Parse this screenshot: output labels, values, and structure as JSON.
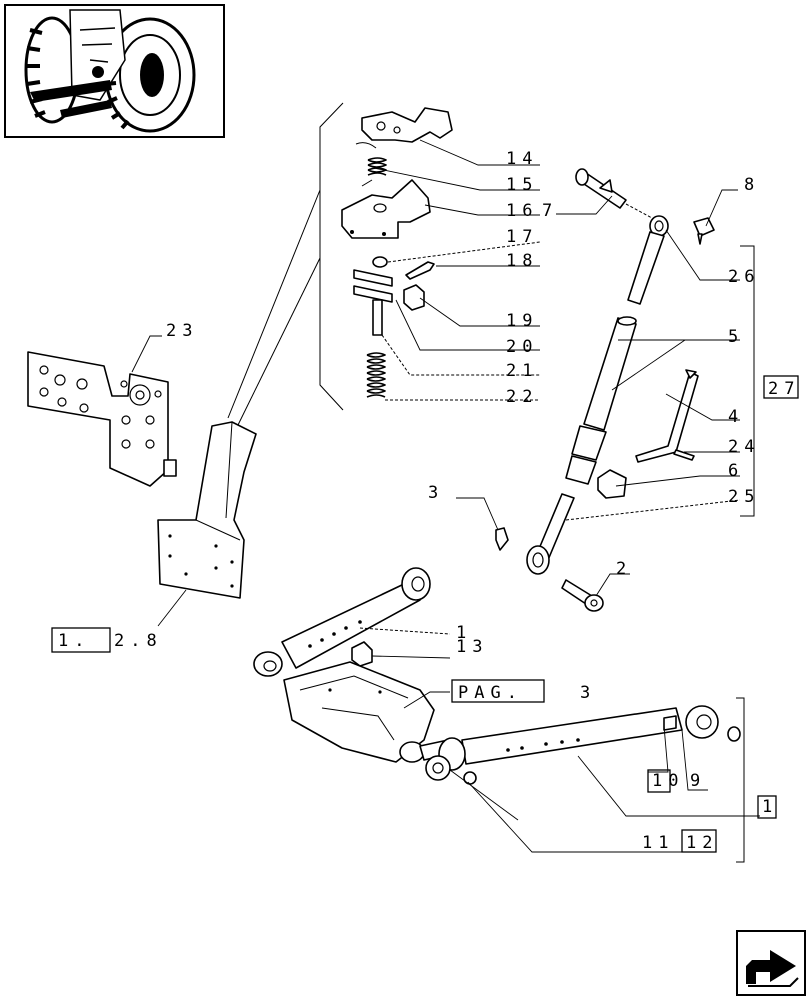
{
  "labels": {
    "p14": "14",
    "p15": "15",
    "p16": "16",
    "p7": "7",
    "p17": "17",
    "p18": "18",
    "p19": "19",
    "p20": "20",
    "p21": "21",
    "p22": "22",
    "p8": "8",
    "p26": "26",
    "p27": "27",
    "p5": "5",
    "p4": "4",
    "p24": "24",
    "p6": "6",
    "p25": "25",
    "p23": "23",
    "p3": "3",
    "p2": "2",
    "p1a": "1",
    "p13": "13",
    "p10": "10",
    "p9": "9",
    "p1b": "1",
    "p11": "11",
    "p12": "12"
  },
  "references": {
    "ref_182": "1.",
    "ref_182_tail": "2.8",
    "ref_page_box": "PAG.",
    "ref_page_num": "3"
  },
  "icons": {
    "thumbnail": "tractor-rear-view-icon",
    "navigation": "next-page-arrow-icon"
  }
}
